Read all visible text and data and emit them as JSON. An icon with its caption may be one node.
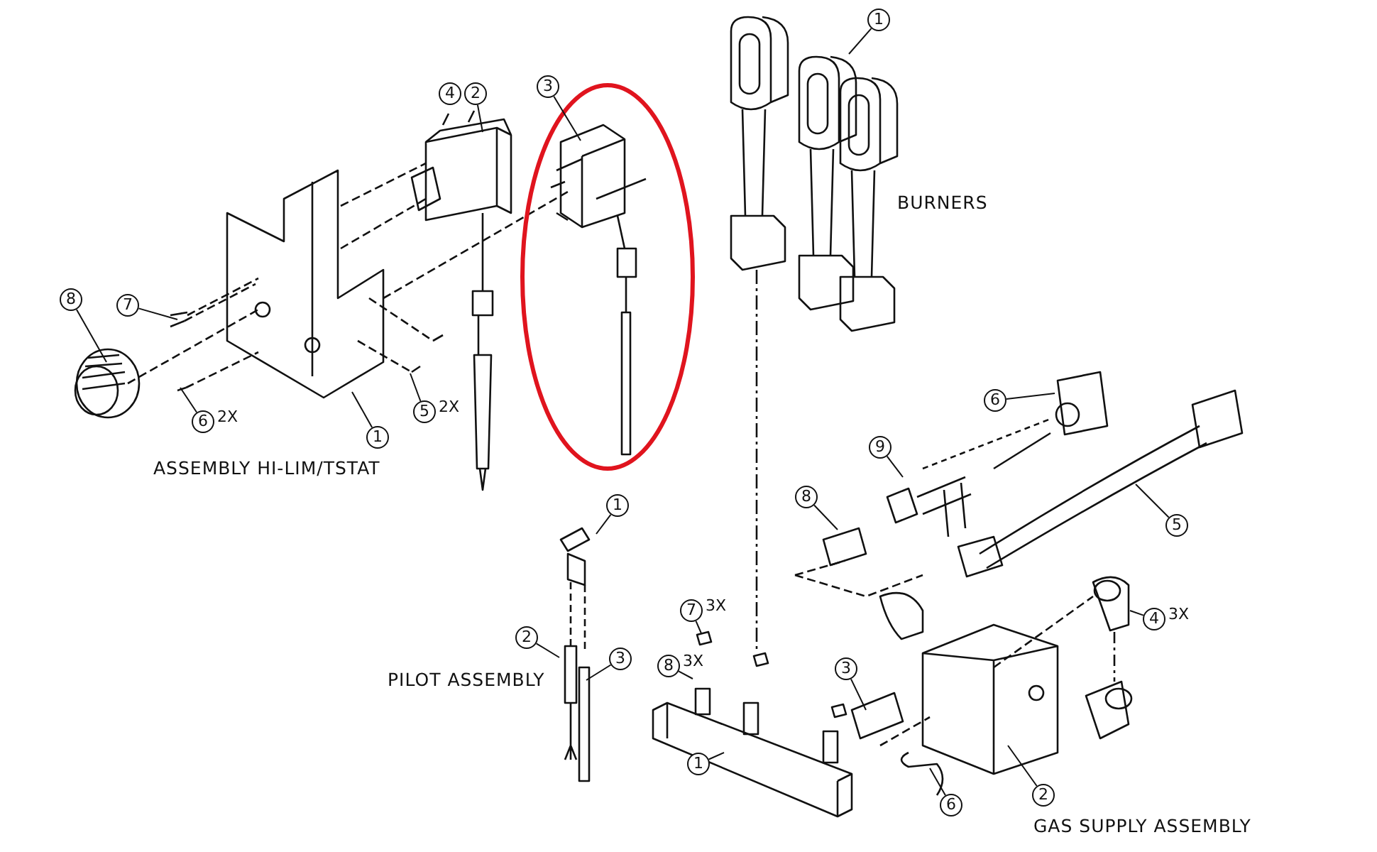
{
  "diagram": {
    "nodes": [
      {
        "text": [
          "4"
        ]
      },
      {
        "text": [
          "2"
        ]
      },
      {
        "text": [
          "3"
        ]
      },
      {
        "text": [
          "8"
        ]
      },
      {
        "text": [
          "7"
        ]
      },
      {
        "text": [
          "6"
        ],
        "beside": [
          "2X"
        ]
      },
      {
        "text": [
          "1"
        ]
      },
      {
        "text": [
          "5"
        ],
        "beside": [
          "2X"
        ]
      },
      {
        "text": [
          "1"
        ]
      },
      {
        "text": [
          "6"
        ]
      },
      {
        "text": [
          "9"
        ]
      },
      {
        "text": [
          "8"
        ]
      },
      {
        "text": [
          "5"
        ]
      },
      {
        "text": [
          "1"
        ]
      },
      {
        "text": [
          "2"
        ]
      },
      {
        "text": [
          "3"
        ]
      },
      {
        "text": [
          "7"
        ],
        "beside": [
          "3X"
        ]
      },
      {
        "text": [
          "8"
        ],
        "beside": [
          "3X"
        ]
      },
      {
        "text": [
          "3"
        ]
      },
      {
        "text": [
          "4"
        ],
        "beside": [
          "3X"
        ]
      },
      {
        "text": [
          "1"
        ]
      },
      {
        "text": [
          "2"
        ]
      },
      {
        "text": [
          "6"
        ]
      }
    ],
    "edges": [
      {
        "from": 1,
        "to": null,
        "arrow": "none"
      },
      {
        "from": 2,
        "to": null,
        "arrow": "none"
      },
      {
        "from": 3,
        "to": null,
        "arrow": "none"
      },
      {
        "from": 4,
        "to": null,
        "arrow": "none"
      },
      {
        "from": 5,
        "to": null,
        "arrow": "none"
      },
      {
        "from": 6,
        "to": null,
        "arrow": "none"
      },
      {
        "from": 7,
        "to": null,
        "arrow": "none"
      },
      {
        "from": 8,
        "to": null,
        "arrow": "none"
      },
      {
        "from": 9,
        "to": null,
        "arrow": "none"
      },
      {
        "from": 10,
        "to": null,
        "arrow": "none"
      },
      {
        "from": 11,
        "to": null,
        "arrow": "none"
      },
      {
        "from": 12,
        "to": null,
        "arrow": "none"
      },
      {
        "from": 13,
        "to": null,
        "arrow": "none"
      },
      {
        "from": 14,
        "to": null,
        "arrow": "none"
      },
      {
        "from": 15,
        "to": null,
        "arrow": "none"
      },
      {
        "from": 16,
        "to": null,
        "arrow": "none"
      },
      {
        "from": 17,
        "to": null,
        "arrow": "none"
      },
      {
        "from": 18,
        "to": null,
        "arrow": "none"
      },
      {
        "from": 19,
        "to": null,
        "arrow": "none"
      },
      {
        "from": 20,
        "to": null,
        "arrow": "none"
      },
      {
        "from": 21,
        "to": null,
        "arrow": "none"
      },
      {
        "from": 22,
        "to": null,
        "arrow": "none"
      }
    ],
    "labels": [
      "BURNERS",
      "ASSEMBLY HI-LIM/TSTAT",
      "PILOT ASSEMBLY",
      "GAS SUPPLY ASSEMBLY"
    ]
  }
}
